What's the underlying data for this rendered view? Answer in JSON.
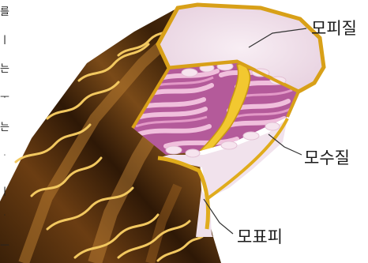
{
  "labels": {
    "cortex": "모피질",
    "medulla": "모수질",
    "cuticle": "모표피"
  },
  "left_edge_text": [
    "를",
    "ㅣ",
    "는",
    "ᅮ",
    "는",
    "ᆞ",
    "ㅣ",
    "ᆞ",
    "ᅳ"
  ],
  "colors": {
    "cuticle_yellow": "#e8b820",
    "shaft_brown": "#5a3410",
    "cortex_pink": "#f0dde8",
    "fiber_pink": "#d98cbc",
    "medulla_yellow": "#f2c830"
  }
}
